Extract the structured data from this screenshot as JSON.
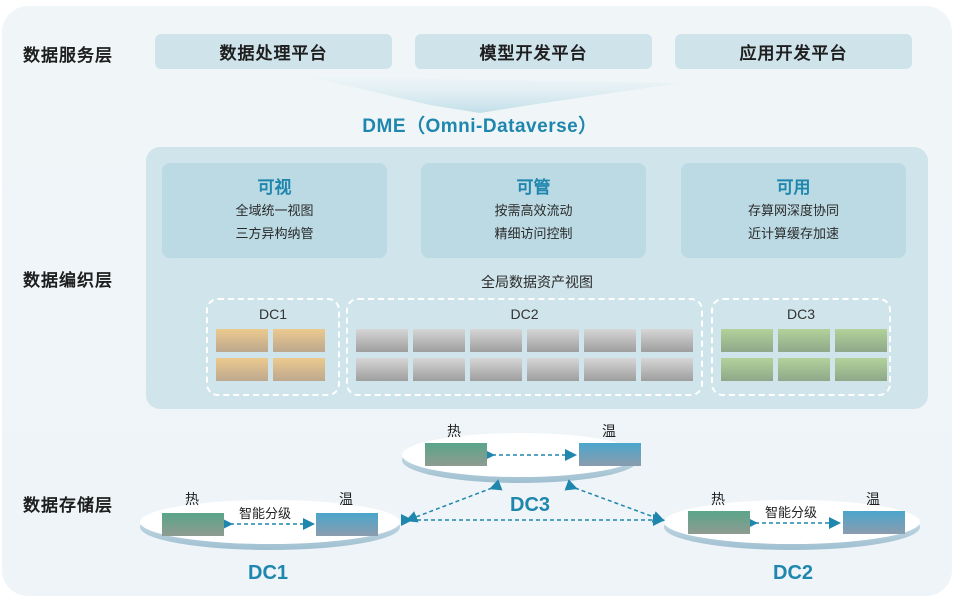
{
  "layers": {
    "service": "数据服务层",
    "weave": "数据编织层",
    "storage": "数据存储层"
  },
  "platforms": [
    "数据处理平台",
    "模型开发平台",
    "应用开发平台"
  ],
  "dme_title": "DME（Omni-Dataverse）",
  "features": [
    {
      "title": "可视",
      "lines": [
        "全域统一视图",
        "三方异构纳管"
      ]
    },
    {
      "title": "可管",
      "lines": [
        "按需高效流动",
        "精细访问控制"
      ]
    },
    {
      "title": "可用",
      "lines": [
        "存算网深度协同",
        "近计算缓存加速"
      ]
    }
  ],
  "global_view": "全局数据资产视图",
  "asset_groups": [
    {
      "name": "DC1",
      "color": "orange",
      "columns": 2,
      "rows": 2
    },
    {
      "name": "DC2",
      "color": "gray",
      "columns": 6,
      "rows": 2
    },
    {
      "name": "DC3",
      "color": "green",
      "columns": 3,
      "rows": 2
    }
  ],
  "storage_sites": [
    {
      "name": "DC1",
      "hot": "热",
      "warm": "温",
      "tiering": "智能分级"
    },
    {
      "name": "DC2",
      "hot": "热",
      "warm": "温",
      "tiering": "智能分级"
    },
    {
      "name": "DC3",
      "hot": "热",
      "warm": "温",
      "tiering": ""
    }
  ],
  "colors": {
    "accent": "#1f86ad",
    "panel": "#cfe4eb",
    "platform": "#cfe3ea",
    "hot": "#5aa58a",
    "warm": "#4ba6cc"
  }
}
